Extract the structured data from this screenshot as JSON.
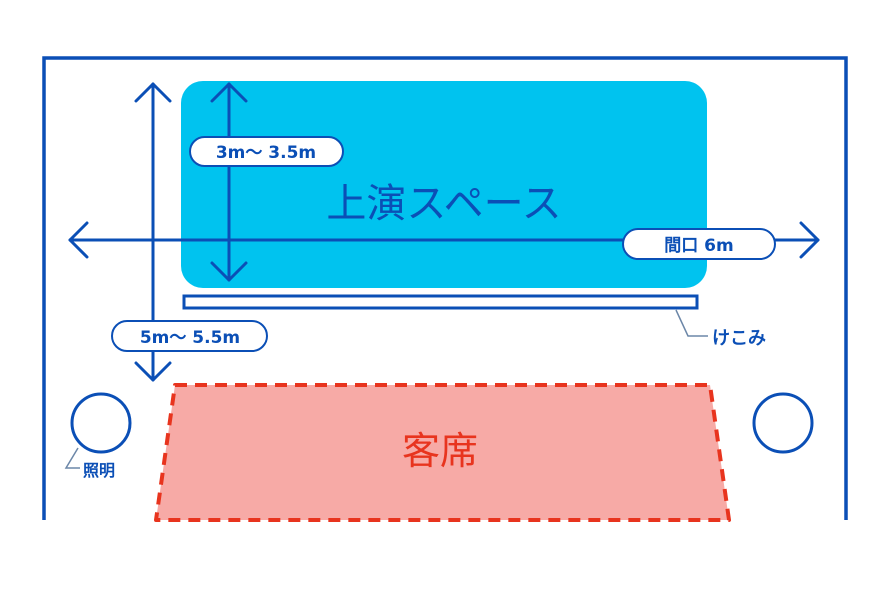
{
  "labels": {
    "stage": "上演スペース",
    "audience": "客席",
    "depth_stage": "3m～ 3.5m",
    "width": "間口 6m",
    "depth_total": "5m～ 5.5m",
    "kekomi": "けこみ",
    "lighting": "照明"
  },
  "colors": {
    "outline_blue": "#0b4fb6",
    "stage_fill": "#00c3ef",
    "stage_text": "#0b4fb6",
    "audience_fill": "#f7aaa6",
    "audience_border": "#e8341e",
    "audience_text": "#e8341e",
    "connector_gray": "#6c87a8"
  }
}
